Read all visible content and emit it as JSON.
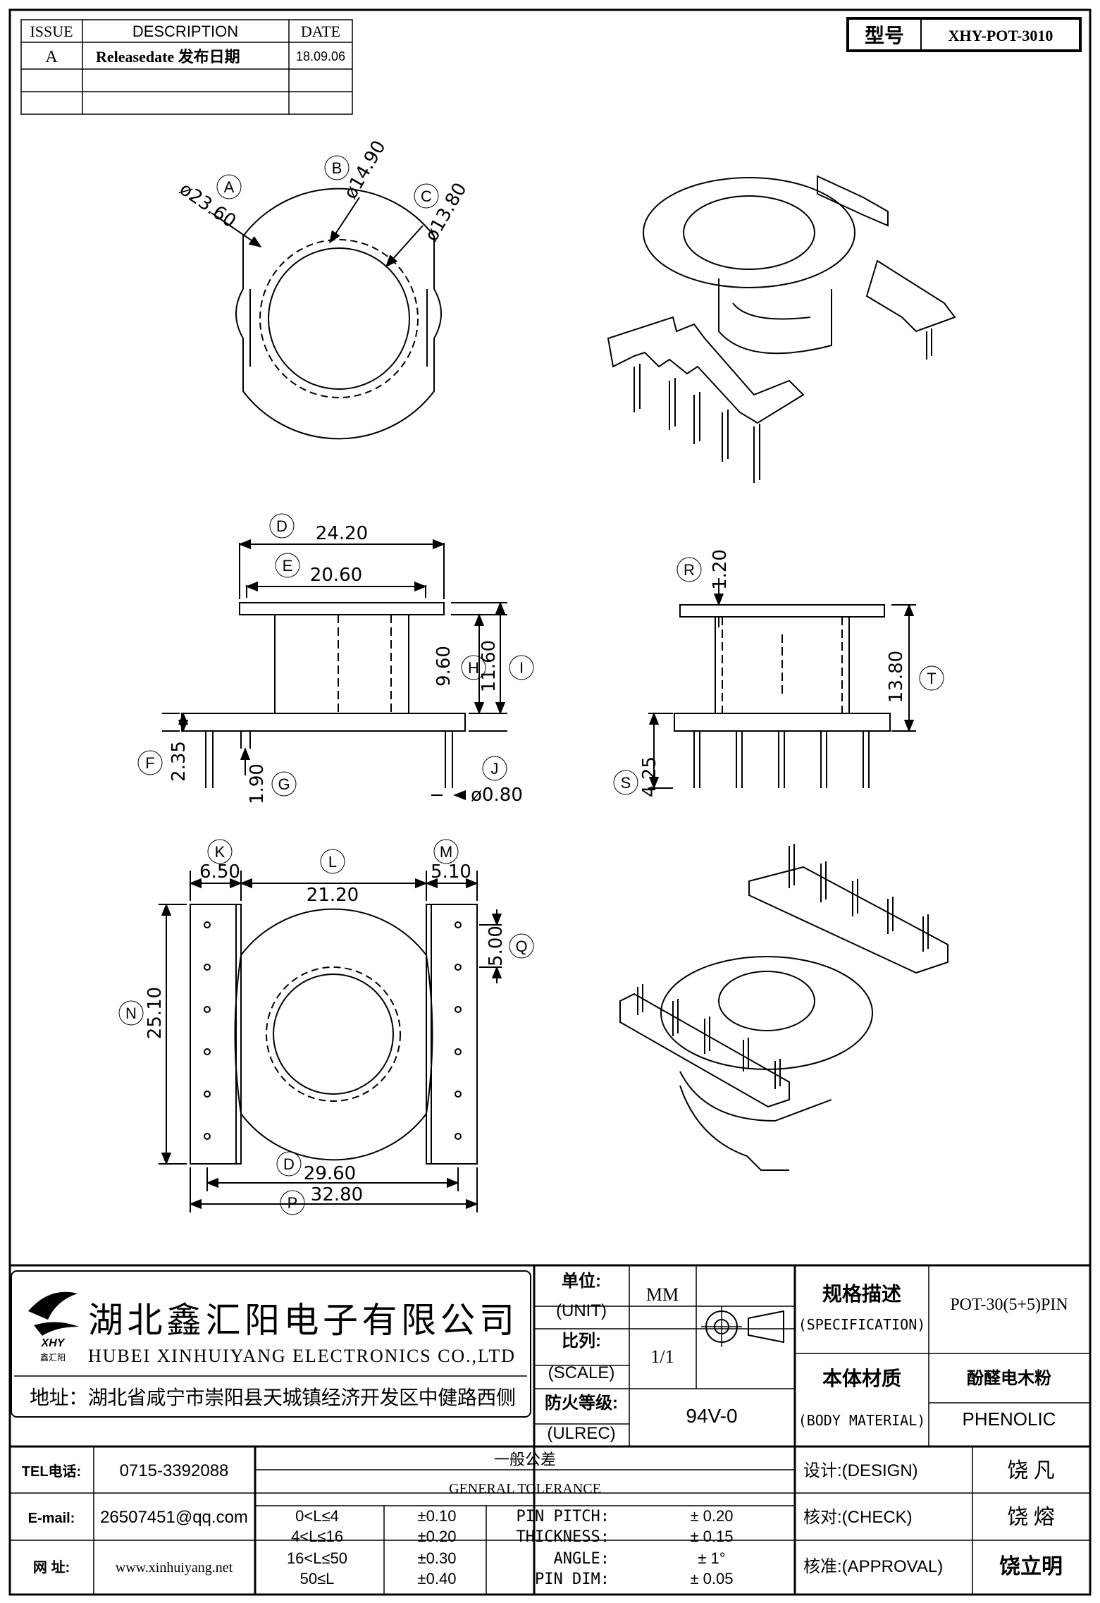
{
  "revision_table": {
    "headers": {
      "issue": "ISSUE",
      "description": "DESCRIPTION",
      "date": "DATE"
    },
    "rows": [
      {
        "issue": "A",
        "description": "Releasedate 发布日期",
        "date": "18.09.06"
      }
    ]
  },
  "model_box": {
    "label": "型号",
    "value": "XHY-POT-3010"
  },
  "top_view": {
    "A": {
      "letter": "A",
      "value": "ø23.60"
    },
    "B": {
      "letter": "B",
      "value": "ø14.90"
    },
    "C": {
      "letter": "C",
      "value": "ø13.80"
    }
  },
  "front_view": {
    "D": {
      "letter": "D",
      "value": "24.20"
    },
    "E": {
      "letter": "E",
      "value": "20.60"
    },
    "H": {
      "letter": "H",
      "value": "9.60"
    },
    "I": {
      "letter": "I",
      "value": "11.60"
    },
    "F": {
      "letter": "F",
      "value": "2.35"
    },
    "G": {
      "letter": "G",
      "value": "1.90"
    },
    "J": {
      "letter": "J",
      "value": "ø0.80"
    }
  },
  "side_view": {
    "R": {
      "letter": "R",
      "value": "1.20"
    },
    "T": {
      "letter": "T",
      "value": "13.80"
    },
    "S": {
      "letter": "S",
      "value": "4.25"
    }
  },
  "bottom_view": {
    "K": {
      "letter": "K",
      "value": "6.50"
    },
    "L": {
      "letter": "L",
      "value": "21.20"
    },
    "M": {
      "letter": "M",
      "value": "5.10"
    },
    "Q": {
      "letter": "Q",
      "value": "5.00"
    },
    "N": {
      "letter": "N",
      "value": "25.10"
    },
    "D2": {
      "letter": "D",
      "value": "29.60"
    },
    "P": {
      "letter": "P",
      "value": "32.80"
    }
  },
  "title_block": {
    "company_cn": "湖北鑫汇阳电子有限公司",
    "company_en": "HUBEI XINHUIYANG ELECTRONICS CO.,LTD",
    "logo_text": "XHY",
    "logo_sub": "鑫汇阳",
    "address": "地址：湖北省咸宁市崇阳县天城镇经济开发区中健路西侧",
    "unit_cn": "单位:",
    "unit_en": "(UNIT)",
    "unit_value": "MM",
    "scale_cn": "比列:",
    "scale_en": "(SCALE)",
    "scale_value": "1/1",
    "ul_cn": "防火等级:",
    "ul_en": "(ULREC)",
    "ul_value": "94V-0",
    "spec_cn": "规格描述",
    "spec_en": "(SPECIFICATION)",
    "spec_value": "POT-30(5+5)PIN",
    "material_cn": "本体材质",
    "material_en": "(BODY MATERIAL)",
    "material_value_cn": "酚醛电木粉",
    "material_value_en": "PHENOLIC",
    "tel_label": "TEL电话:",
    "tel": "0715-3392088",
    "email_label": "E-mail:",
    "email": "26507451@qq.com",
    "web_label": "网    址:",
    "web": "www.xinhuiyang.net",
    "tolerance_cn": "一般公差",
    "tolerance_en": "GENERAL TOLERANCE",
    "tolerance_rows": [
      {
        "range": "0<L≤4",
        "value": "±0.10",
        "item": "PIN PITCH:",
        "item_value": "± 0.20"
      },
      {
        "range": "4<L≤16",
        "value": "±0.20",
        "item": "THICKNESS:",
        "item_value": "± 0.15"
      },
      {
        "range": "16<L≤50",
        "value": "±0.30",
        "item": "ANGLE:",
        "item_value": "± 1°"
      },
      {
        "range": "50≤L",
        "value": "±0.40",
        "item": "PIN DIM:",
        "item_value": "± 0.05"
      }
    ],
    "design_label": "设计:(DESIGN)",
    "design_name": "饶   凡",
    "check_label": "核对:(CHECK)",
    "check_name": "饶   熔",
    "approval_label": "核准:(APPROVAL)",
    "approval_name": "饶立明"
  }
}
